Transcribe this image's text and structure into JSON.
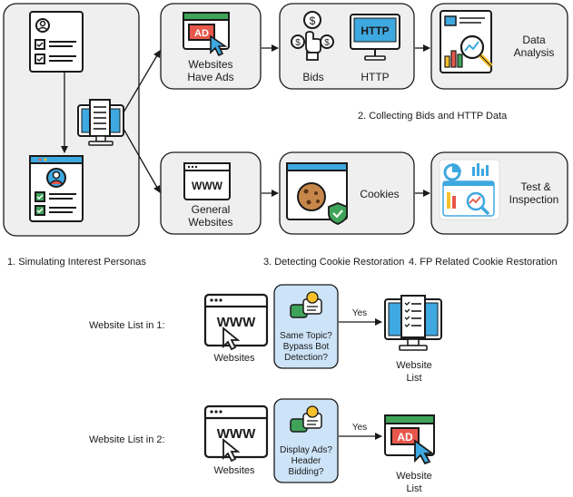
{
  "top": {
    "ads_box": {
      "label_1": "Websites",
      "label_2": "Have Ads",
      "ad_badge": "AD"
    },
    "bids_http_box": {
      "bids_label": "Bids",
      "http_label": "HTTP",
      "http_badge": "HTTP"
    },
    "analysis_box": {
      "label_1": "Data",
      "label_2": "Analysis"
    },
    "caption": "2. Collecting Bids and HTTP Data"
  },
  "middle": {
    "general_box": {
      "label_1": "General",
      "label_2": "Websites",
      "www": "WWW"
    },
    "cookies_box": {
      "label": "Cookies"
    },
    "test_box": {
      "label_1": "Test &",
      "label_2": "Inspection"
    }
  },
  "captions": {
    "step1": "1. Simulating Interest Personas",
    "step3": "3. Detecting Cookie Restoration",
    "step4": "4. FP Related Cookie Restoration"
  },
  "bottom": {
    "row1": {
      "label": "Website List in 1:",
      "websites": "Websites",
      "www": "WWW",
      "q1": "Same Topic?",
      "q2": "Bypass Bot",
      "q3": "Detection?",
      "yes": "Yes",
      "out_1": "Website",
      "out_2": "List"
    },
    "row2": {
      "label": "Website List in 2:",
      "websites": "Websites",
      "www": "WWW",
      "q1": "Display Ads?",
      "q2": "Header",
      "q3": "Bidding?",
      "yes": "Yes",
      "ad_badge": "AD",
      "out_1": "Website",
      "out_2": "List"
    }
  },
  "colors": {
    "panel_fill": "#efefef",
    "question_fill": "#cde3f7",
    "accent_blue": "#3ea8e0",
    "accent_red": "#e8574b",
    "accent_green": "#3fa45a",
    "accent_yellow": "#f7c12b",
    "ink": "#1a1a1a"
  }
}
